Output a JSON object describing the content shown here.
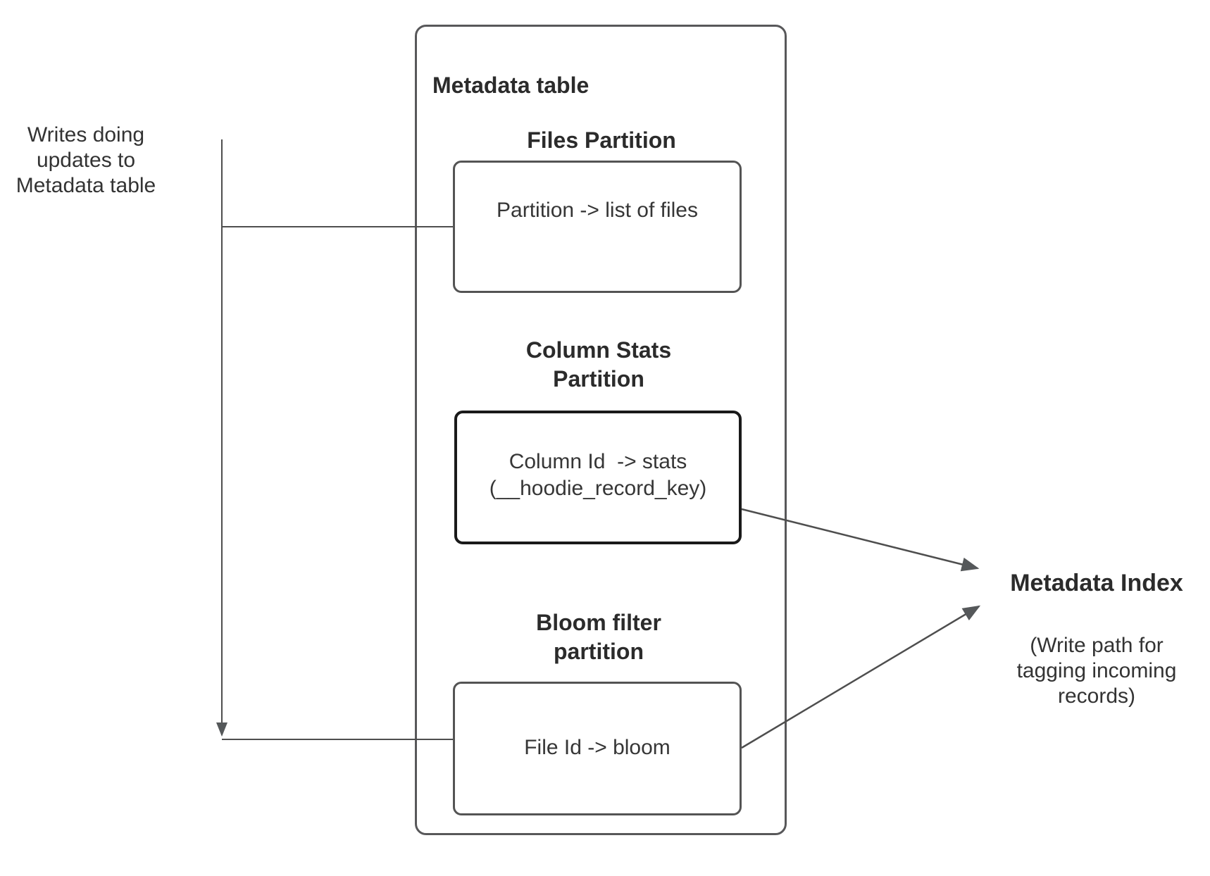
{
  "left_note": {
    "text": "Writes doing\nupdates to\nMetadata table"
  },
  "metadata_table": {
    "title": "Metadata table",
    "files_partition": {
      "heading": "Files Partition",
      "body": "Partition -> list of files"
    },
    "column_stats_partition": {
      "heading": "Column Stats\nPartition",
      "body": "Column Id  -> stats\n(__hoodie_record_key)"
    },
    "bloom_filter_partition": {
      "heading": "Bloom filter\npartition",
      "body": "File Id -> bloom"
    }
  },
  "metadata_index": {
    "title": "Metadata Index",
    "subtitle": "(Write path for\ntagging incoming\nrecords)"
  },
  "colors": {
    "connector_line": "#4e4e4e",
    "arrowhead": "#55585a",
    "box_border": "#545454",
    "container_border": "#58585a",
    "emphasis_border": "#1a1a1a",
    "text": "#2e2e2e"
  }
}
